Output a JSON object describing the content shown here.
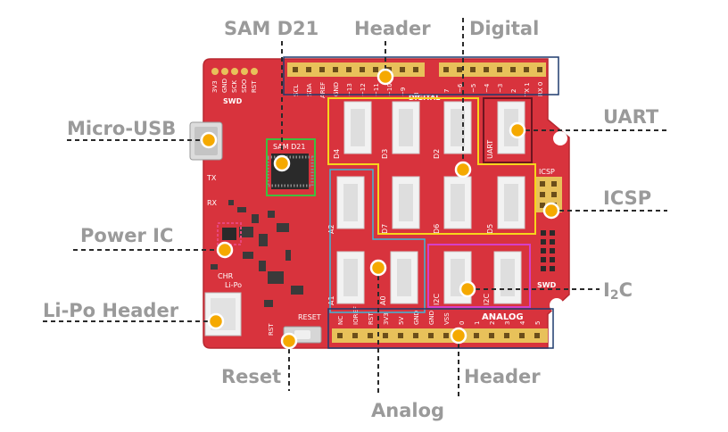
{
  "callouts": {
    "sam_d21": "SAM D21",
    "header_top": "Header",
    "digital": "Digital",
    "micro_usb": "Micro-USB",
    "uart": "UART",
    "icsp": "ICSP",
    "power_ic": "Power IC",
    "i2c_main": "I",
    "i2c_sub": "2",
    "i2c_end": "C",
    "lipo_header": "Li-Po Header",
    "reset": "Reset",
    "header_bottom": "Header",
    "analog": "Analog"
  },
  "silkscreen": {
    "top_left_pins": [
      "3V3",
      "GND",
      "SCK",
      "SDO",
      "RST"
    ],
    "swd_top": "SWD",
    "top_header_pins": [
      "SCL",
      "SDA",
      "AREF",
      "GND",
      "~13",
      "~12",
      "~11",
      "~10",
      "~9",
      "8"
    ],
    "digital_header_pins": [
      "7",
      "~6",
      "~5",
      "~4",
      "~3",
      "2",
      "TX 1",
      "RX 0"
    ],
    "digital_label": "DIGITAL",
    "grove_labels": [
      "D4",
      "D3",
      "D2",
      "UART",
      "A2",
      "D7",
      "D6",
      "D5",
      "A1",
      "A0",
      "I2C",
      "I2C"
    ],
    "chip_label": "SAM D21",
    "tx": "TX",
    "rx": "RX",
    "chr": "CHR",
    "lipo": "Li-Po",
    "icsp": "ICSP",
    "swd_right": "SWD",
    "reset": "RESET",
    "rst": "RST",
    "bottom_header_pins": [
      "NC",
      "IOREF",
      "RST",
      "3V3",
      "5V",
      "GND",
      "GND",
      "VSS",
      "0",
      "1",
      "2",
      "3",
      "4",
      "5"
    ],
    "analog_label": "ANALOG"
  },
  "colors": {
    "board": "#d8333d",
    "board_dark": "#b82830",
    "header_yellow": "#e8c15a",
    "grove_white": "#f2f2f2",
    "callout_gray": "#9a9a9a",
    "dot_orange": "#f5a900",
    "box_navy": "#1f3b6e",
    "box_yellow": "#f7d51c",
    "box_green": "#3fbf3f",
    "box_cyan": "#3fb8d8",
    "box_magenta": "#d63fc7",
    "box_darkred": "#6e1520",
    "box_pink": "#e8467a"
  }
}
